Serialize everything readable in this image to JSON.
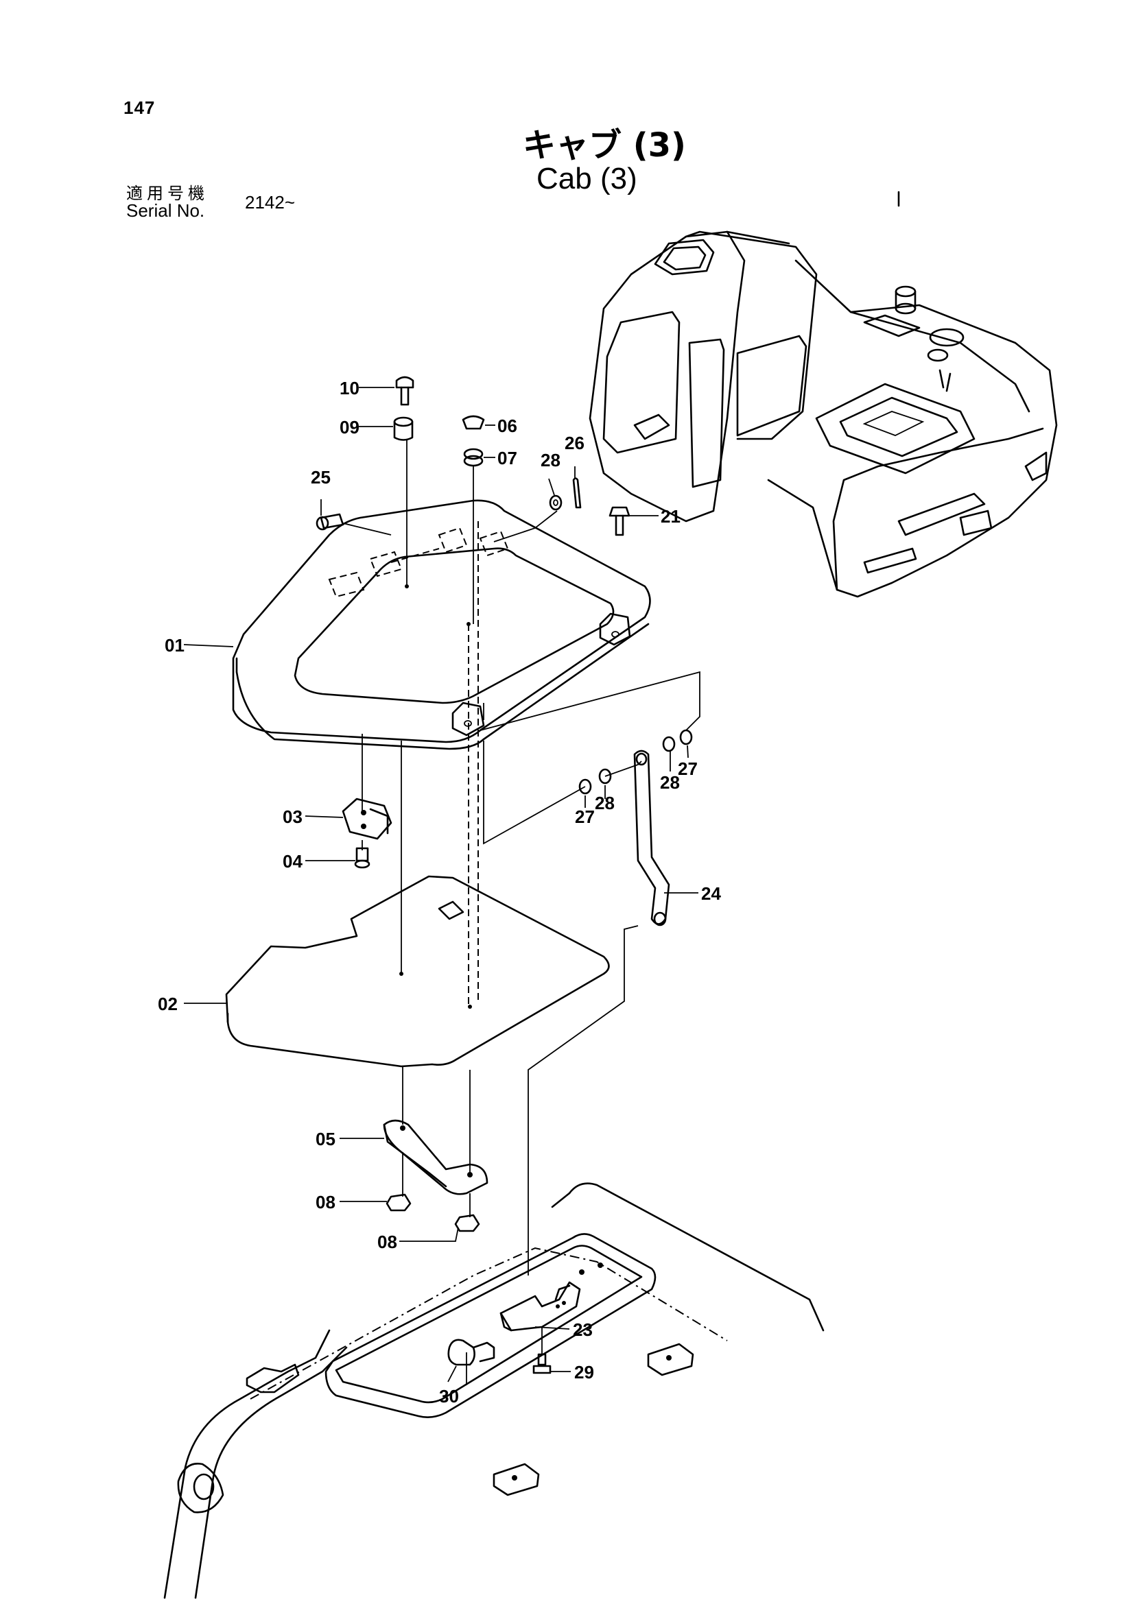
{
  "header": {
    "page_number": "147",
    "title_ja": "キャブ (3)",
    "title_en": "Cab (3)",
    "serial_label_ja": "適用号機",
    "serial_label_en": "Serial No.",
    "serial_value": "2142~"
  },
  "callouts": [
    {
      "id": "c10",
      "label": "10"
    },
    {
      "id": "c09",
      "label": "09"
    },
    {
      "id": "c06",
      "label": "06"
    },
    {
      "id": "c07",
      "label": "07"
    },
    {
      "id": "c28a",
      "label": "28"
    },
    {
      "id": "c26",
      "label": "26"
    },
    {
      "id": "c25",
      "label": "25"
    },
    {
      "id": "c21",
      "label": "21"
    },
    {
      "id": "c01",
      "label": "01"
    },
    {
      "id": "c28b",
      "label": "28"
    },
    {
      "id": "c27a",
      "label": "27"
    },
    {
      "id": "c27b",
      "label": "27"
    },
    {
      "id": "c28c",
      "label": "28"
    },
    {
      "id": "c03",
      "label": "03"
    },
    {
      "id": "c04",
      "label": "04"
    },
    {
      "id": "c24",
      "label": "24"
    },
    {
      "id": "c02",
      "label": "02"
    },
    {
      "id": "c05",
      "label": "05"
    },
    {
      "id": "c08a",
      "label": "08"
    },
    {
      "id": "c08b",
      "label": "08"
    },
    {
      "id": "c23",
      "label": "23"
    },
    {
      "id": "c29",
      "label": "29"
    },
    {
      "id": "c30",
      "label": "30"
    }
  ]
}
